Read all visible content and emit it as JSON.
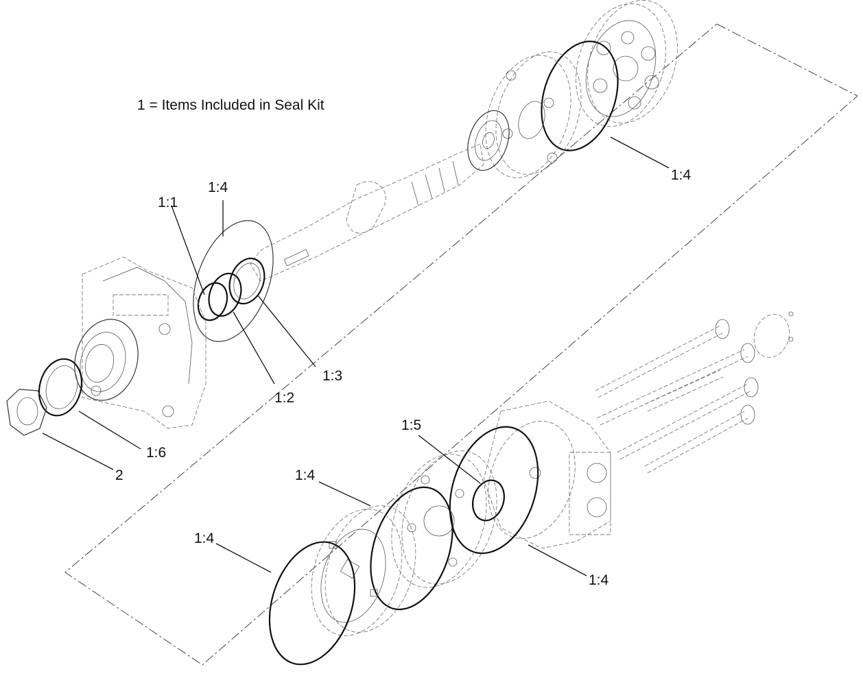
{
  "note": "1 = Items Included in Seal Kit",
  "callouts": {
    "c1_1": "1:1",
    "c1_2": "1:2",
    "c1_3": "1:3",
    "c1_4_top": "1:4",
    "c1_4_upper_right": "1:4",
    "c1_4_mid": "1:4",
    "c1_4_low_left": "1:4",
    "c1_4_low_right": "1:4",
    "c1_5": "1:5",
    "c1_6": "1:6",
    "c2": "2"
  }
}
